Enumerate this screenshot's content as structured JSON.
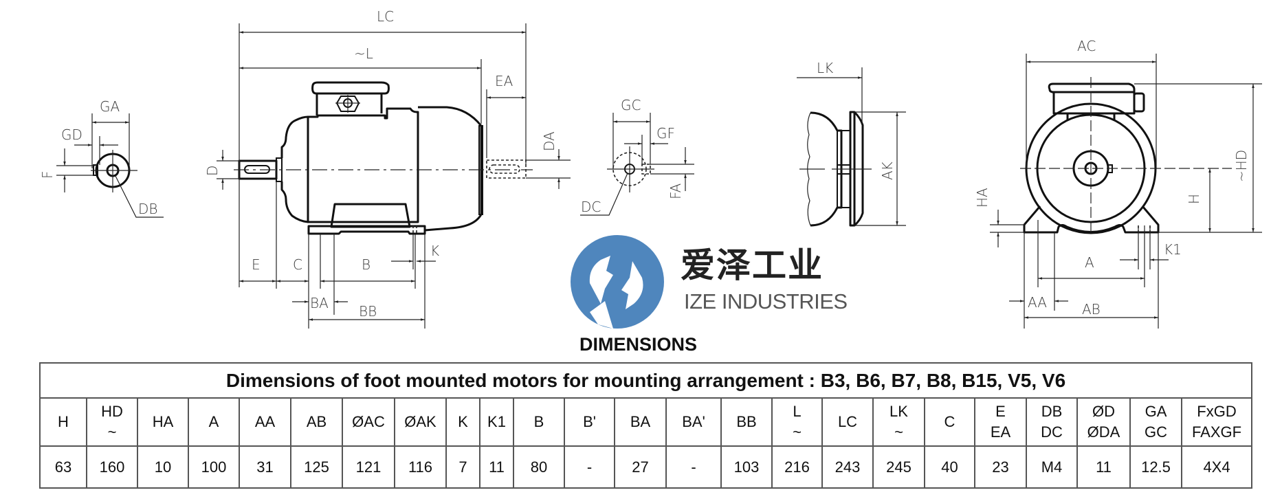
{
  "drawing": {
    "labels": {
      "lc": "LC",
      "l": "~L",
      "ea": "EA",
      "da": "DA",
      "ga": "GA",
      "gd": "GD",
      "f": "F",
      "db": "DB",
      "d": "D",
      "e": "E",
      "c": "C",
      "b": "B",
      "k": "K",
      "ba": "BA",
      "bb": "BB",
      "gc": "GC",
      "gf": "GF",
      "fa": "FA",
      "dc": "DC",
      "lk": "LK",
      "ak": "AK",
      "ac": "AC",
      "hd": "~HD",
      "h": "H",
      "ha": "HA",
      "a": "A",
      "k1": "K1",
      "aa": "AA",
      "ab": "AB"
    }
  },
  "brand": {
    "name_cn": "爱泽工业",
    "name_en": "IZE INDUSTRIES",
    "logo_color": "#4f86bd"
  },
  "section_title": "DIMENSIONS",
  "table": {
    "title": "Dimensions of foot mounted motors for mounting arrangement : B3, B6, B7, B8, B15, V5, V6",
    "columns": [
      {
        "top": "H",
        "bottom": ""
      },
      {
        "top": "HD",
        "bottom": "~"
      },
      {
        "top": "HA",
        "bottom": ""
      },
      {
        "top": "A",
        "bottom": ""
      },
      {
        "top": "AA",
        "bottom": ""
      },
      {
        "top": "AB",
        "bottom": ""
      },
      {
        "top": "ØAC",
        "bottom": ""
      },
      {
        "top": "ØAK",
        "bottom": ""
      },
      {
        "top": "K",
        "bottom": ""
      },
      {
        "top": "K1",
        "bottom": ""
      },
      {
        "top": "B",
        "bottom": ""
      },
      {
        "top": "B'",
        "bottom": ""
      },
      {
        "top": "BA",
        "bottom": ""
      },
      {
        "top": "BA'",
        "bottom": ""
      },
      {
        "top": "BB",
        "bottom": ""
      },
      {
        "top": "L",
        "bottom": "~"
      },
      {
        "top": "LC",
        "bottom": ""
      },
      {
        "top": "LK",
        "bottom": "~"
      },
      {
        "top": "C",
        "bottom": ""
      },
      {
        "top": "E",
        "bottom": "EA"
      },
      {
        "top": "DB",
        "bottom": "DC"
      },
      {
        "top": "ØD",
        "bottom": "ØDA"
      },
      {
        "top": "GA",
        "bottom": "GC"
      },
      {
        "top": "FxGD",
        "bottom": "FAXGF"
      }
    ],
    "values": [
      "63",
      "160",
      "10",
      "100",
      "31",
      "125",
      "121",
      "116",
      "7",
      "11",
      "80",
      "-",
      "27",
      "-",
      "103",
      "216",
      "243",
      "245",
      "40",
      "23",
      "M4",
      "11",
      "12.5",
      "4X4"
    ]
  }
}
